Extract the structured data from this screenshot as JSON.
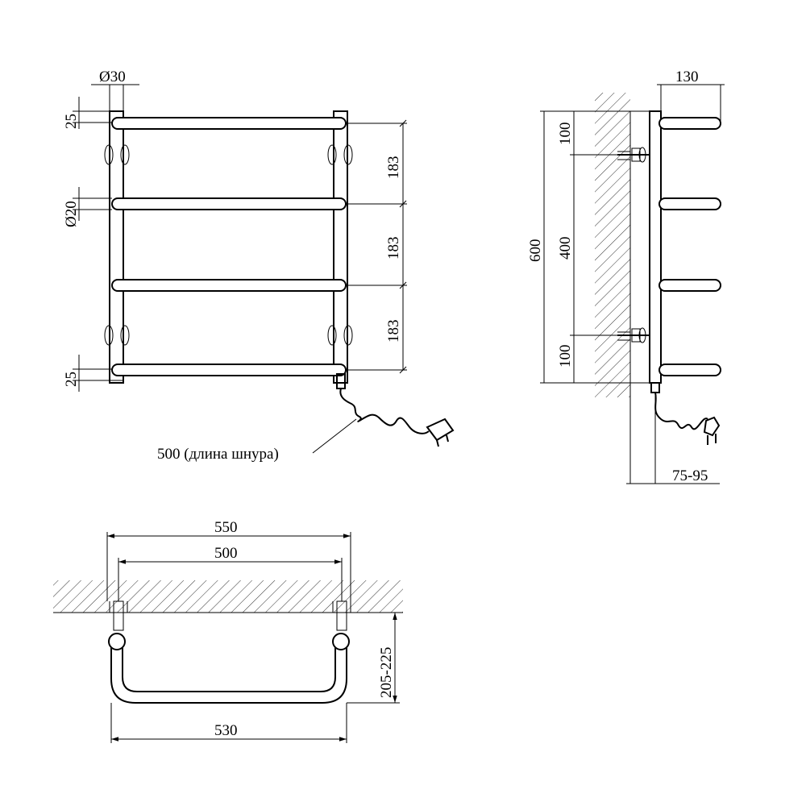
{
  "front_view": {
    "post_diameter": "Ø30",
    "bar_diameter": "Ø20",
    "top_offset": "25",
    "bottom_offset": "25",
    "spacing_1": "183",
    "spacing_2": "183",
    "spacing_3": "183",
    "cord_note": "500 (длина шнура)"
  },
  "side_view": {
    "depth": "130",
    "total_height": "600",
    "mount_top": "100",
    "mount_between": "400",
    "mount_bottom": "100",
    "wall_gap": "75-95"
  },
  "top_view": {
    "overall_width": "550",
    "mount_center": "500",
    "bottom_width": "530",
    "projection": "205-225"
  }
}
